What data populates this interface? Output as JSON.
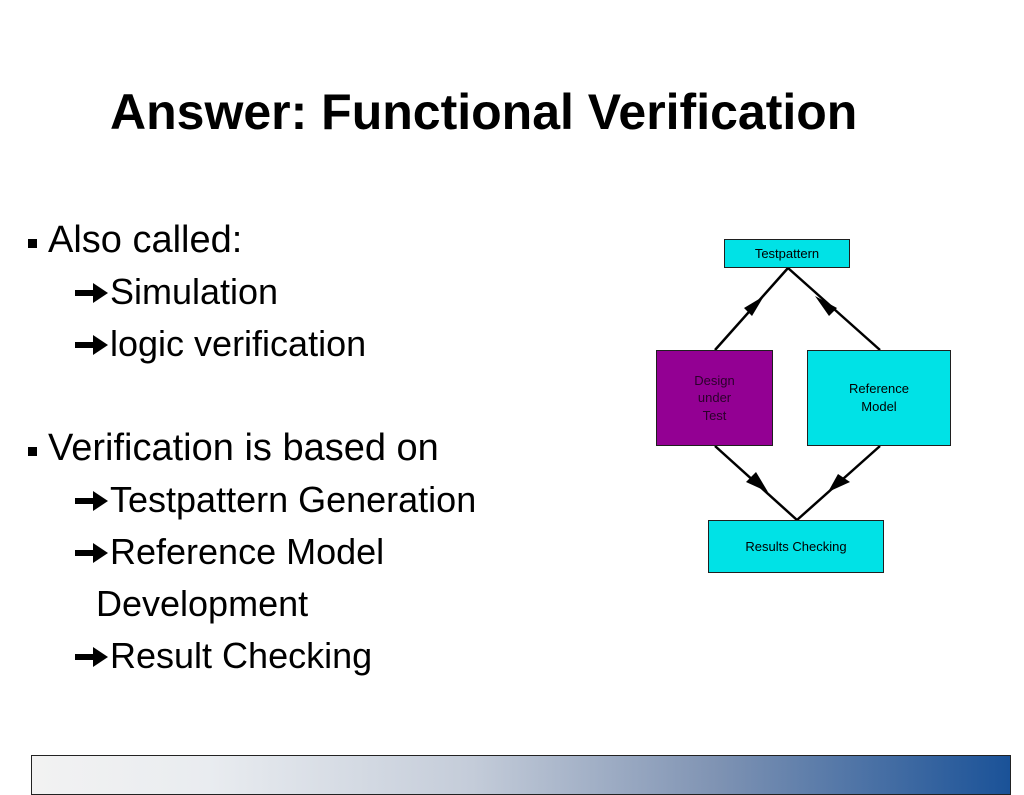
{
  "slide": {
    "title": "Answer: Functional Verification"
  },
  "bullets": {
    "b1": "Also called:",
    "b1_sub1": "Simulation",
    "b1_sub2": "logic verification",
    "b2": "Verification is based on",
    "b2_sub1": "Testpattern Generation",
    "b2_sub2_line1": "Reference Model",
    "b2_sub2_line2": "Development",
    "b2_sub3": "Result Checking"
  },
  "diagram": {
    "testpattern": "Testpattern",
    "dut": "Design\nunder\nTest",
    "reference": "Reference\nModel",
    "results": "Results Checking",
    "colors": {
      "cyan": "#00e2e6",
      "purple": "#930093"
    }
  },
  "icons": {
    "bullet": "square-bullet-icon",
    "arrow": "right-arrow-icon"
  }
}
